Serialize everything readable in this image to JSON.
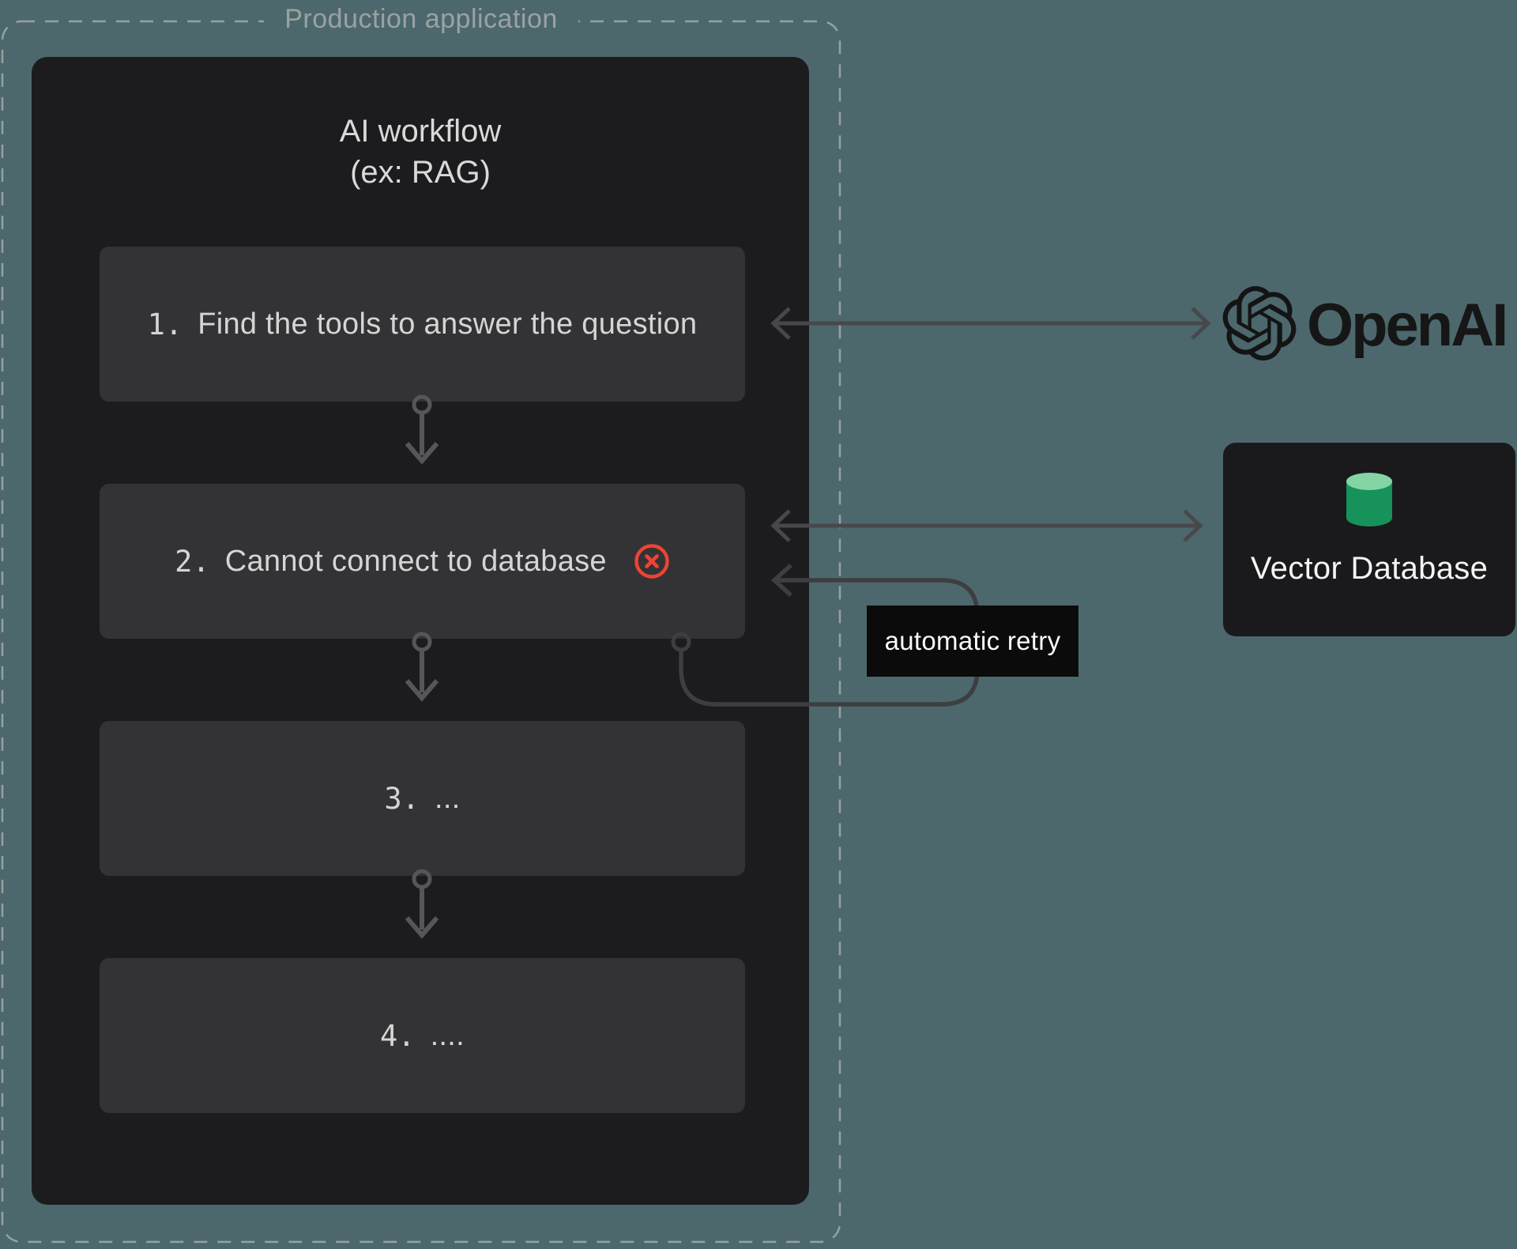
{
  "production": {
    "label": "Production application"
  },
  "workflow": {
    "title_line1": "AI workflow",
    "title_line2": "(ex: RAG)",
    "steps": [
      {
        "number": "1.",
        "text": "Find the tools to answer the question",
        "status": "ok"
      },
      {
        "number": "2.",
        "text": "Cannot connect to database",
        "status": "error"
      },
      {
        "number": "3.",
        "text": "...",
        "status": "none"
      },
      {
        "number": "4.",
        "text": "....",
        "status": "none"
      }
    ]
  },
  "retry": {
    "label": "automatic retry"
  },
  "services": {
    "openai": {
      "name": "OpenAI"
    },
    "vector_db": {
      "label": "Vector Database"
    }
  },
  "icons": {
    "error_icon": "circle-x",
    "database_icon": "green-cylinder",
    "openai_icon": "openai-blossom",
    "connector": "circle-tail-chevron-arrow"
  },
  "colors": {
    "background": "#4c686d",
    "panel": "#1c1c1e",
    "step_box": "#333336",
    "error_red": "#ee4334",
    "cylinder_top": "#85d4a6",
    "cylinder_body": "#17925a",
    "dashed_border": "#98a0a1",
    "arrow_gray": "#48484a"
  }
}
